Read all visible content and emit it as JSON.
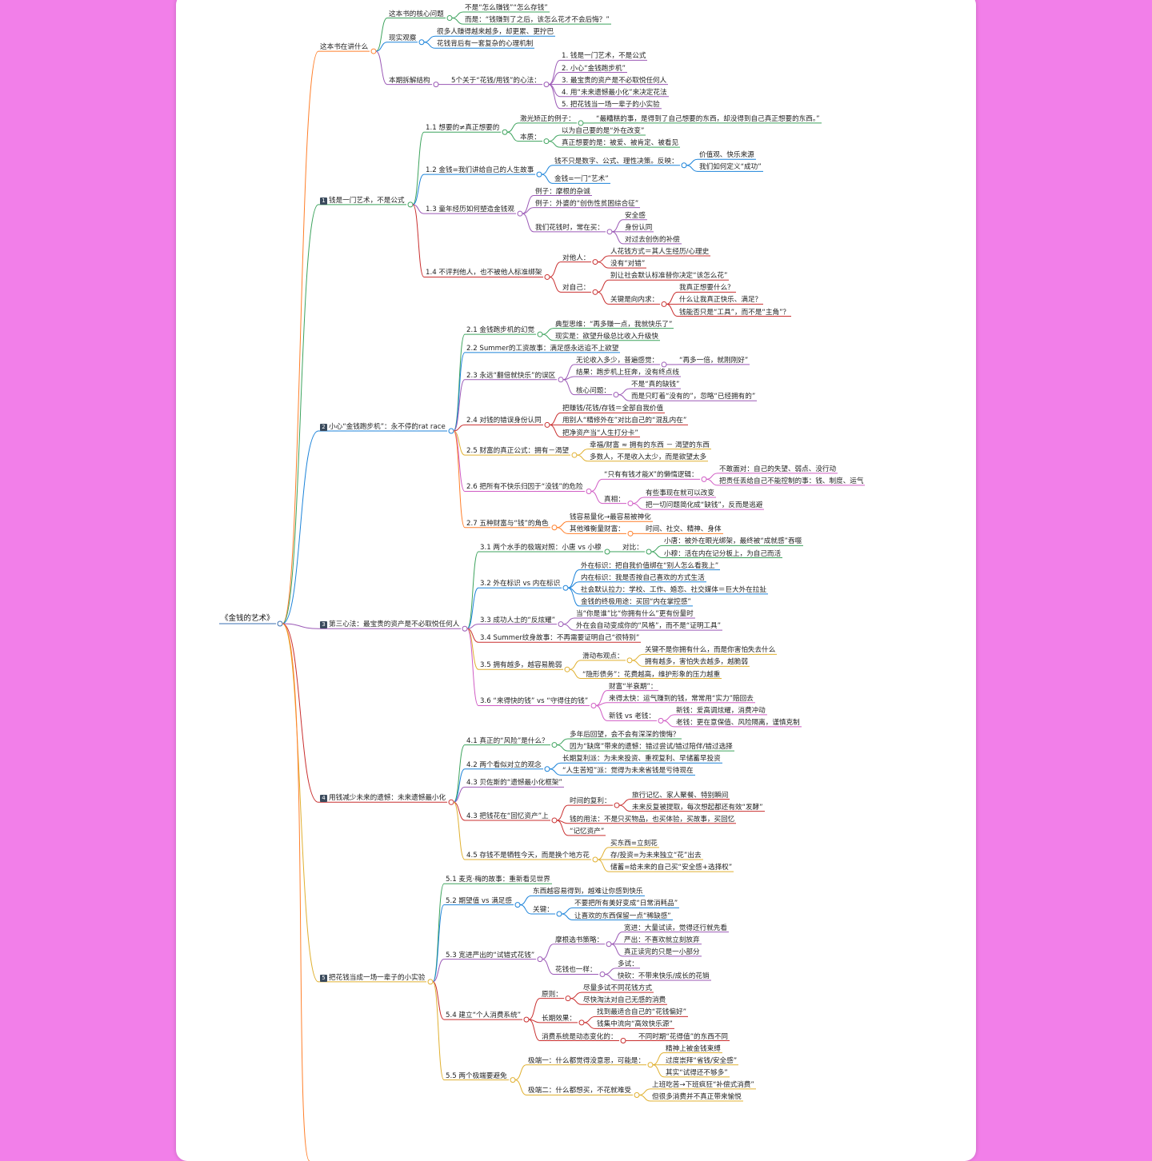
{
  "title": "《金钱的艺术》",
  "colors": {
    "b0": "#ff7f2a",
    "b1": "#3da35d",
    "b2": "#1c83d9",
    "b3": "#9b59b6",
    "b4": "#c92f2f",
    "b5": "#e0b030",
    "b6": "#d05cc4"
  },
  "branches": [
    {
      "label": "这本书在讲什么",
      "children": [
        {
          "label": "这本书的核心问题",
          "children": [
            {
              "label": "不是“怎么赚钱”“怎么存钱”"
            },
            {
              "label": "而是：“钱赚到了之后，该怎么花才不会后悔？”"
            }
          ]
        },
        {
          "label": "现实观察",
          "children": [
            {
              "label": "很多人赚得越来越多，却更累、更拧巴"
            },
            {
              "label": "花钱背后有一套复杂的心理机制"
            }
          ]
        },
        {
          "label": "本期拆解结构",
          "children": [
            {
              "label": "5个关于“花钱/用钱”的心法：",
              "children": [
                {
                  "label": "1. 钱是一门艺术，不是公式"
                },
                {
                  "label": "2. 小心“金钱跑步机”"
                },
                {
                  "label": "3. 最宝贵的资产是不必取悦任何人"
                },
                {
                  "label": "4. 用“未来遗憾最小化”来决定花法"
                },
                {
                  "label": "5. 把花钱当一场一辈子的小实验"
                }
              ]
            }
          ]
        }
      ]
    },
    {
      "num": "1",
      "label": "钱是一门艺术，不是公式",
      "children": [
        {
          "label": "1.1 想要的≠真正想要的",
          "children": [
            {
              "label": "激光矫正的例子：",
              "children": [
                {
                  "label": "“最糟糕的事，是得到了自己想要的东西，却没得到自己真正想要的东西。”"
                }
              ]
            },
            {
              "label": "本质：",
              "children": [
                {
                  "label": "以为自己要的是“外在改变”"
                },
                {
                  "label": "真正想要的是：被爱、被肯定、被看见"
                }
              ]
            }
          ]
        },
        {
          "label": "1.2 金钱=我们讲给自己的人生故事",
          "children": [
            {
              "label": "钱不只是数字、公式、理性决策。反映：",
              "children": [
                {
                  "label": "价值观、快乐来源"
                },
                {
                  "label": "我们如何定义“成功”"
                }
              ]
            },
            {
              "label": "金钱=一门“艺术”"
            }
          ]
        },
        {
          "label": "1.3 童年经历如何塑造金钱观",
          "children": [
            {
              "label": "例子：摩根的杂诚"
            },
            {
              "label": "例子：外婆的“创伤性贫困综合征”"
            },
            {
              "label": "我们花钱时，常在买：",
              "children": [
                {
                  "label": "安全感"
                },
                {
                  "label": "身份认同"
                },
                {
                  "label": "对过去创伤的补偿"
                }
              ]
            }
          ]
        },
        {
          "label": "1.4 不评判他人，也不被他人标准绑架",
          "children": [
            {
              "label": "对他人：",
              "children": [
                {
                  "label": "人花钱方式＝其人生经历/心理史"
                },
                {
                  "label": "没有“对错”"
                }
              ]
            },
            {
              "label": "对自己：",
              "children": [
                {
                  "label": "别让社会默认标准替你决定“该怎么花”"
                },
                {
                  "label": "关键是向内求：",
                  "children": [
                    {
                      "label": "我真正想要什么？"
                    },
                    {
                      "label": "什么让我真正快乐、满足？"
                    },
                    {
                      "label": "钱能否只是“工具”，而不是“主角”？"
                    }
                  ]
                }
              ]
            }
          ]
        }
      ]
    },
    {
      "num": "2",
      "label": "小心“金钱跑步机”：永不停的rat race",
      "children": [
        {
          "label": "2.1 金钱跑步机的幻觉",
          "children": [
            {
              "label": "典型思维：“再多赚一点，我就快乐了”"
            },
            {
              "label": "现实是：欲望升级总比收入升级快"
            }
          ]
        },
        {
          "label": "2.2 Summer的工资故事：满足感永远追不上欲望"
        },
        {
          "label": "2.3 永远“翻倍就快乐”的误区",
          "children": [
            {
              "label": "无论收入多少，普遍感觉：",
              "children": [
                {
                  "label": "“再多一倍，就刚刚好”"
                }
              ]
            },
            {
              "label": "结果：跑步机上狂奔，没有终点线"
            },
            {
              "label": "核心问题：",
              "children": [
                {
                  "label": "不是“真的缺钱”"
                },
                {
                  "label": "而是只盯着“没有的”，忽略“已经拥有的”"
                }
              ]
            }
          ]
        },
        {
          "label": "2.4 对钱的错误身份认同",
          "children": [
            {
              "label": "把赚钱/花钱/存钱＝全部自我价值"
            },
            {
              "label": "用别人“精修外在”对比自己的“混乱内在”"
            },
            {
              "label": "把净资产当“人生打分卡”"
            }
          ]
        },
        {
          "label": "2.5 财富的真正公式：拥有－渴望",
          "children": [
            {
              "label": "幸福/财富 ≈ 拥有的东西 － 渴望的东西"
            },
            {
              "label": "多数人，不是收入太少，而是欲望太多"
            }
          ]
        },
        {
          "label": "2.6 把所有不快乐归因于“没钱”的危险",
          "children": [
            {
              "label": "“只有有钱才能X”的懒惰逻辑：",
              "children": [
                {
                  "label": "不敢面对：自己的失望、弱点、没行动"
                },
                {
                  "label": "把责任丢给自己不能控制的事：钱、制度、运气"
                }
              ]
            },
            {
              "label": "真相：",
              "children": [
                {
                  "label": "有些事现在就可以改变"
                },
                {
                  "label": "把一切问题简化成“缺钱”，反而是逃避"
                }
              ]
            }
          ]
        },
        {
          "label": "2.7 五种财富与“钱”的角色",
          "children": [
            {
              "label": "钱容易量化→最容易被神化"
            },
            {
              "label": "其他难衡量财富：",
              "children": [
                {
                  "label": "时间、社交、精神、身体"
                }
              ]
            }
          ]
        }
      ]
    },
    {
      "num": "3",
      "label": "第三心法：最宝贵的资产是不必取悦任何人",
      "children": [
        {
          "label": "3.1 两个水手的极端对照：小唐 vs 小穆",
          "children": [
            {
              "label": "对比：",
              "children": [
                {
                  "label": "小唐：被外在眼光绑架，最终被“成就感”吞噬"
                },
                {
                  "label": "小穆：活在内在记分板上，为自己而活"
                }
              ]
            }
          ]
        },
        {
          "label": "3.2 外在标识 vs 内在标识",
          "children": [
            {
              "label": "外在标识：把自我价值绑在“别人怎么看我上”"
            },
            {
              "label": "内在标识：我是否按自己喜欢的方式生活"
            },
            {
              "label": "社会默认拉力：学校、工作、婚恋、社交媒体＝巨大外在拉扯"
            },
            {
              "label": "金钱的终极用途：买回“内在掌控感”"
            }
          ]
        },
        {
          "label": "3.3 成功人士的“反炫耀”",
          "children": [
            {
              "label": "当“你是谁”比“你拥有什么”更有份量时"
            },
            {
              "label": "外在会自动变成你的“风格”，而不是“证明工具”"
            }
          ]
        },
        {
          "label": "3.4 Summer纹身故事：不再需要证明自己“很特别”"
        },
        {
          "label": "3.5 拥有越多，越容易脆弱",
          "children": [
            {
              "label": "滑动布观点：",
              "children": [
                {
                  "label": "关键不是你拥有什么，而是你害怕失去什么"
                },
                {
                  "label": "拥有越多，害怕失去越多，越脆弱"
                }
              ]
            },
            {
              "label": "“隐形债务”：花费越高，维护形象的压力越重"
            }
          ]
        },
        {
          "label": "3.6 “来得快的钱” vs “守得住的钱”",
          "children": [
            {
              "label": "财富“半衰期”："
            },
            {
              "label": "来得太快：运气赚到的钱，常常用“实力”赔回去"
            },
            {
              "label": "新钱 vs 老钱：",
              "children": [
                {
                  "label": "新钱：爱高调炫耀，消费冲动"
                },
                {
                  "label": "老钱：更在意保值、风险隔离，谨慎克制"
                }
              ]
            }
          ]
        }
      ]
    },
    {
      "num": "4",
      "label": "用钱减少未来的遗憾：未来遗憾最小化",
      "children": [
        {
          "label": "4.1 真正的“风险”是什么？",
          "children": [
            {
              "label": "多年后回望，会不会有深深的懊悔？"
            },
            {
              "label": "因为“缺席”带来的遗憾：错过尝试/错过陪伴/错过选择"
            }
          ]
        },
        {
          "label": "4.2 两个看似对立的观念",
          "children": [
            {
              "label": "长期复利派：为未来投资、重视复利、早储蓄早投资"
            },
            {
              "label": "“人生苦短”派：觉得为未来省钱是亏待现在"
            }
          ]
        },
        {
          "label": "4.3 贝佐斯的“遗憾最小化框架”"
        },
        {
          "label": "4.3 把钱花在“回忆资产”上",
          "children": [
            {
              "label": "时间的复利：",
              "children": [
                {
                  "label": "旅行记忆、家人聚餐、特别瞬间"
                },
                {
                  "label": "未来反复被提取，每次想起都还有效“发酵”"
                }
              ]
            },
            {
              "label": "钱的用法：不是只买物品，也买体验，买故事，买回忆"
            },
            {
              "label": "“记忆资产”"
            }
          ]
        },
        {
          "label": "4.5 存钱不是牺牲今天，而是换个地方花",
          "children": [
            {
              "label": "买东西=立刻花"
            },
            {
              "label": "存/投资=为未来独立“花”出去"
            },
            {
              "label": "储蓄=给未来的自己买“安全感+选择权”"
            }
          ]
        }
      ]
    },
    {
      "num": "5",
      "label": "把花钱当成一场一辈子的小实验",
      "children": [
        {
          "label": "5.1 麦克·梅的故事：重新看见世界"
        },
        {
          "label": "5.2 期望值 vs 满足感",
          "children": [
            {
              "label": "东西越容易得到，越难让你感到快乐"
            },
            {
              "label": "关键：",
              "children": [
                {
                  "label": "不要把所有美好变成“日常消耗品”"
                },
                {
                  "label": "让喜欢的东西保留一点“稀缺感”"
                }
              ]
            }
          ]
        },
        {
          "label": "5.3 宽进严出的“试错式花钱”",
          "children": [
            {
              "label": "摩根选书策略：",
              "children": [
                {
                  "label": "宽进：大量试读，觉得还行就先看"
                },
                {
                  "label": "严出：不喜欢就立刻放弃"
                },
                {
                  "label": "真正读完的只是一小部分"
                }
              ]
            },
            {
              "label": "花钱也一样：",
              "children": [
                {
                  "label": "多试："
                },
                {
                  "label": "快砍：不带来快乐/成长的花销"
                }
              ]
            }
          ]
        },
        {
          "label": "5.4 建立“个人消费系统”",
          "children": [
            {
              "label": "原则：",
              "children": [
                {
                  "label": "尽量多试不同花钱方式"
                },
                {
                  "label": "尽快淘汰对自己无感的消费"
                }
              ]
            },
            {
              "label": "长期效果：",
              "children": [
                {
                  "label": "找到最适合自己的“花钱偏好”"
                },
                {
                  "label": "钱集中流向“高效快乐源”"
                }
              ]
            },
            {
              "label": "消费系统是动态变化的：",
              "children": [
                {
                  "label": "不同时期“花得值”的东西不同"
                }
              ]
            }
          ]
        },
        {
          "label": "5.5 两个极端要避免",
          "children": [
            {
              "label": "极端一：什么都觉得没意思，可能是：",
              "children": [
                {
                  "label": "精神上被金钱束缚"
                },
                {
                  "label": "过度崇拜“省钱/安全感”"
                },
                {
                  "label": "其实“试得还不够多”"
                }
              ]
            },
            {
              "label": "极端二：什么都想买，不花就难受",
              "children": [
                {
                  "label": "上班吃苦→下班疯狂“补偿式消费”"
                },
                {
                  "label": "但很多消费并不真正带来愉悦"
                }
              ]
            }
          ]
        }
      ]
    }
  ]
}
